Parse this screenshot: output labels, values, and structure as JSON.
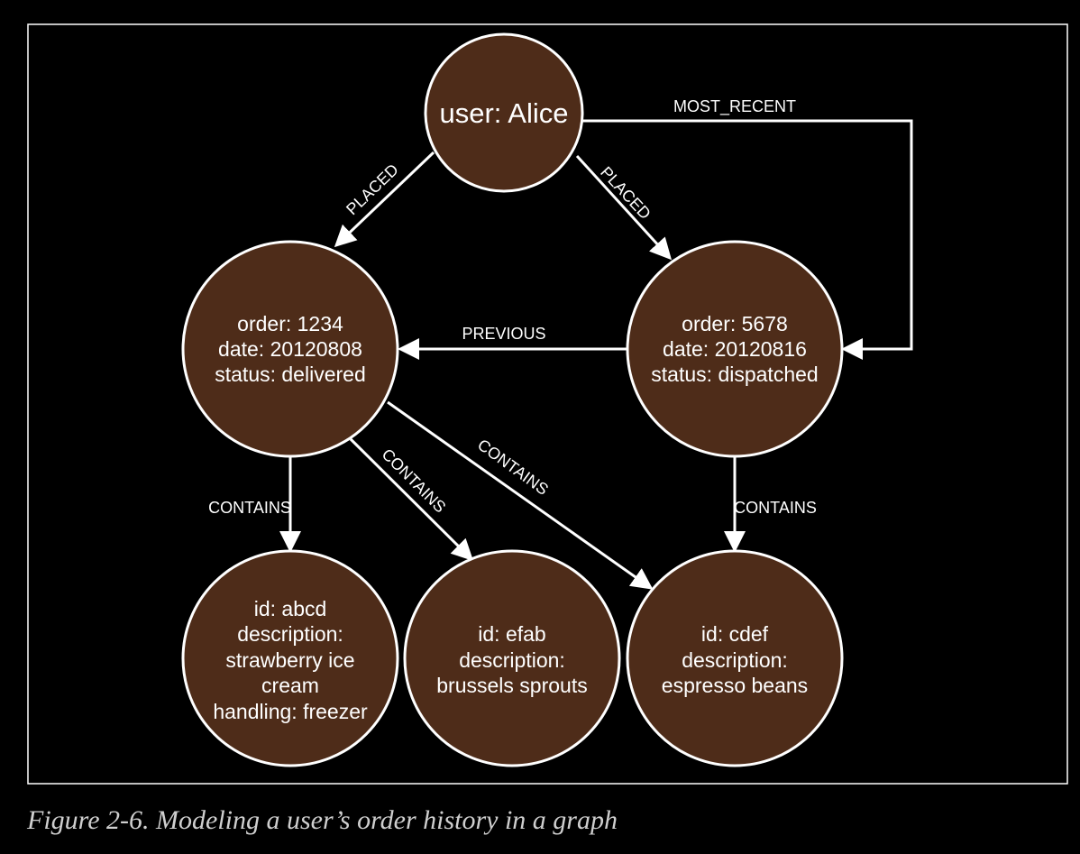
{
  "colors": {
    "background": "#000000",
    "frame": "#ffffff",
    "node_fill": "#4e2c19",
    "node_stroke": "#ffffff",
    "text": "#ffffff",
    "caption": "#cfcfcf"
  },
  "nodes": {
    "alice": {
      "lines": [
        "user: Alice"
      ]
    },
    "order1234": {
      "lines": [
        "order: 1234",
        "date: 20120808",
        "status: delivered"
      ]
    },
    "order5678": {
      "lines": [
        "order: 5678",
        "date: 20120816",
        "status: dispatched"
      ]
    },
    "abcd": {
      "lines": [
        "id: abcd",
        "description:",
        "strawberry ice",
        "cream",
        "handling: freezer"
      ]
    },
    "efab": {
      "lines": [
        "id: efab",
        "description:",
        "brussels sprouts"
      ]
    },
    "cdef": {
      "lines": [
        "id: cdef",
        "description:",
        "espresso beans"
      ]
    }
  },
  "edges": {
    "placed_1234": "PLACED",
    "placed_5678": "PLACED",
    "most_recent": "MOST_RECENT",
    "previous": "PREVIOUS",
    "contains_abcd": "CONTAINS",
    "contains_efab": "CONTAINS",
    "contains_cdef_from_1234": "CONTAINS",
    "contains_cdef_from_5678": "CONTAINS"
  },
  "caption": "Figure 2-6. Modeling a user’s order history in a graph"
}
